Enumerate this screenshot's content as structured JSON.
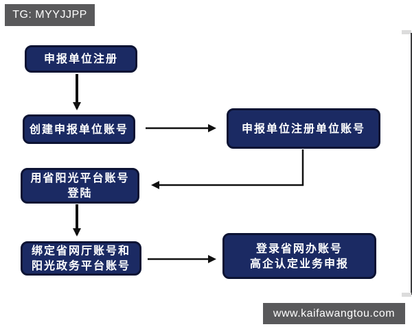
{
  "watermarks": {
    "header": "TG: MYYJJPP",
    "footer": "www.kaifawangtou.com"
  },
  "colors": {
    "bg": "#ffffff",
    "box_fill": "#1b2a63",
    "box_border": "#0c1333",
    "box_text": "#ffffff",
    "badge_bg": "#59595b",
    "badge_text": "#ffffff",
    "arrow": "#101010",
    "edge_line": "#3c3c3e"
  },
  "flowchart": {
    "boxes": [
      {
        "id": "register",
        "lines": [
          "申报单位注册"
        ]
      },
      {
        "id": "create-account",
        "lines": [
          "创建申报单位账号"
        ]
      },
      {
        "id": "unit-account",
        "lines": [
          "申报单位注册单位账号"
        ]
      },
      {
        "id": "login-sunshine",
        "lines": [
          "用省阳光平台账号",
          "登陆"
        ]
      },
      {
        "id": "bind-accounts",
        "lines": [
          "绑定省网厅账号和",
          "阳光政务平台账号"
        ]
      },
      {
        "id": "declare-business",
        "lines": [
          "登录省网办账号",
          "高企认定业务申报"
        ]
      }
    ],
    "connectors": [
      {
        "from": "register",
        "to": "create-account",
        "shape": "straight-down"
      },
      {
        "from": "create-account",
        "to": "unit-account",
        "shape": "straight-right"
      },
      {
        "from": "unit-account",
        "to": "login-sunshine",
        "shape": "down-then-left"
      },
      {
        "from": "login-sunshine",
        "to": "bind-accounts",
        "shape": "straight-down"
      },
      {
        "from": "bind-accounts",
        "to": "declare-business",
        "shape": "straight-right"
      }
    ]
  }
}
